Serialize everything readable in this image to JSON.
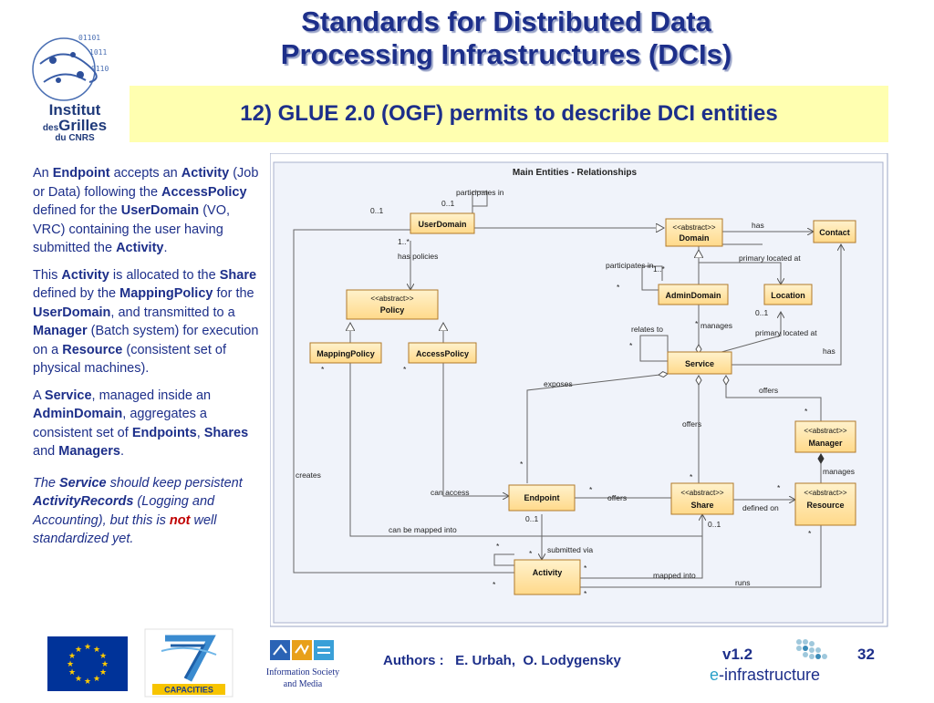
{
  "header": {
    "title_line1": "Standards for Distributed Data",
    "title_line2": "Processing Infrastructures (DCIs)",
    "subtitle": "12) GLUE 2.0 (OGF) permits to describe DCI entities",
    "logo": {
      "line1": "Institut",
      "line2": "des",
      "line3": "Grilles",
      "line4": "du CNRS"
    }
  },
  "body": {
    "p1": {
      "t1": "An ",
      "b1": "Endpoint",
      "t2": " accepts an ",
      "b2": "Activity",
      "t3": " (Job or Data) following the ",
      "b3": "AccessPolicy",
      "t4": " defined for the ",
      "b4": "UserDomain",
      "t5": " (VO, VRC) containing the user having submitted the ",
      "b5": "Activity",
      "t6": "."
    },
    "p2": {
      "t1": "This ",
      "b1": "Activity",
      "t2": " is allocated to the ",
      "b2": "Share",
      "t3": " defined by the ",
      "b3": "MappingPolicy",
      "t4": " for the ",
      "b4": "UserDomain",
      "t5": ", and transmitted to a ",
      "b5": "Manager",
      "t6": " (Batch system) for execution on a ",
      "b6": "Resource",
      "t7": " (consistent set of physical machines)."
    },
    "p3": {
      "t1": "A ",
      "b1": "Service",
      "t2": ", managed inside an ",
      "b2": "AdminDomain",
      "t3": ", aggregates a consistent set of ",
      "b3": "Endpoints",
      "t4": ", ",
      "b4": "Shares",
      "t5": " and ",
      "b5": "Managers",
      "t6": "."
    },
    "p4": {
      "t1": "The ",
      "b1": "Service",
      "t2": " should keep persistent ",
      "b2": "ActivityRecords",
      "t3": " (Logging and Accounting), but this is ",
      "r1": "not",
      "t4": " well standardized yet."
    }
  },
  "diagram": {
    "title": "Main Entities - Relationships",
    "stereotype": "<<abstract>>",
    "entities": {
      "userdomain": "UserDomain",
      "domain": "Domain",
      "contact": "Contact",
      "policy": "Policy",
      "admindomain": "AdminDomain",
      "location": "Location",
      "mappingpolicy": "MappingPolicy",
      "accesspolicy": "AccessPolicy",
      "service": "Service",
      "manager": "Manager",
      "endpoint": "Endpoint",
      "share": "Share",
      "resource": "Resource",
      "activity": "Activity"
    },
    "labels": {
      "participates_in": "participates in",
      "has": "has",
      "has_policies": "has policies",
      "primary_located_at": "primary located at",
      "relates_to": "relates to",
      "manages": "manages",
      "exposes": "exposes",
      "offers": "offers",
      "creates": "creates",
      "can_access": "can access",
      "can_be_mapped_into": "can be mapped into",
      "defined_on": "defined on",
      "submitted_via": "submitted via",
      "mapped_into": "mapped into",
      "runs": "runs"
    },
    "mult": {
      "zero_one": "0..1",
      "one_many": "1..*",
      "star": "*"
    }
  },
  "footer": {
    "fp7_label": "CAPACITIES",
    "ism_line1": "Information Society",
    "ism_line2": "and Media",
    "authors": "Authors :   E. Urbah,  O. Lodygensky",
    "version": "v1.2",
    "page": "32",
    "einfra_e": "e",
    "einfra_rest": "-infrastructure"
  },
  "colors": {
    "title": "#1d2f8a",
    "subtitle_bg": "#ffffb0",
    "box_fill": "#ffe5a8",
    "box_border": "#b07a2a",
    "diagram_bg": "#f0f3fa",
    "emphasis_red": "#c00000"
  }
}
